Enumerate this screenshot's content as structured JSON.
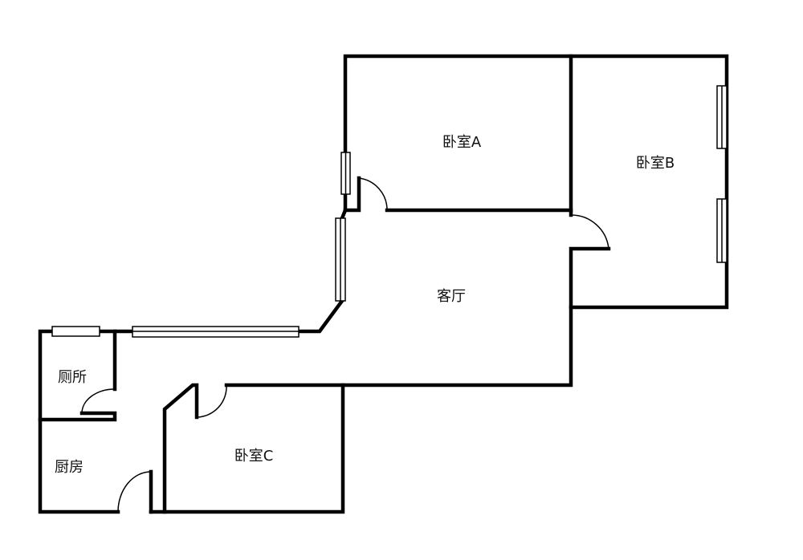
{
  "rooms": {
    "bedroom_a": "卧室A",
    "bedroom_b": "卧室B",
    "living_room": "客厅",
    "toilet": "厕所",
    "kitchen": "厨房",
    "bedroom_c": "卧室C"
  }
}
